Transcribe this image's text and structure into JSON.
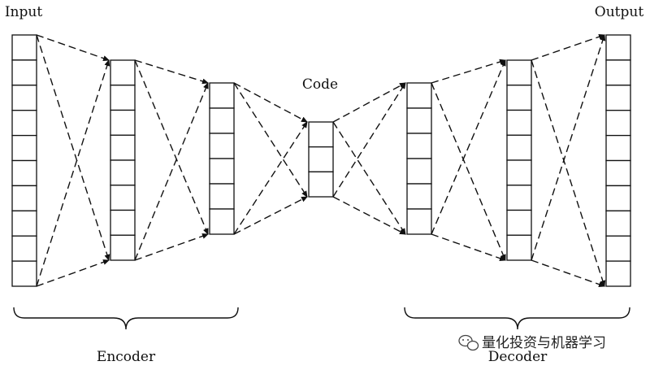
{
  "labels": {
    "input": "Input",
    "output": "Output",
    "code": "Code",
    "encoder": "Encoder",
    "decoder": "Decoder"
  },
  "layers": [
    {
      "name": "input-layer",
      "units": 10
    },
    {
      "name": "encoder-hidden-1",
      "units": 8
    },
    {
      "name": "encoder-hidden-2",
      "units": 6
    },
    {
      "name": "code-layer",
      "units": 3
    },
    {
      "name": "decoder-hidden-1",
      "units": 6
    },
    {
      "name": "decoder-hidden-2",
      "units": 8
    },
    {
      "name": "output-layer",
      "units": 10
    }
  ],
  "watermark": {
    "text": "量化投资与机器学习",
    "icon": "wechat-icon"
  },
  "colors": {
    "line": "#111111",
    "background": "#ffffff"
  }
}
